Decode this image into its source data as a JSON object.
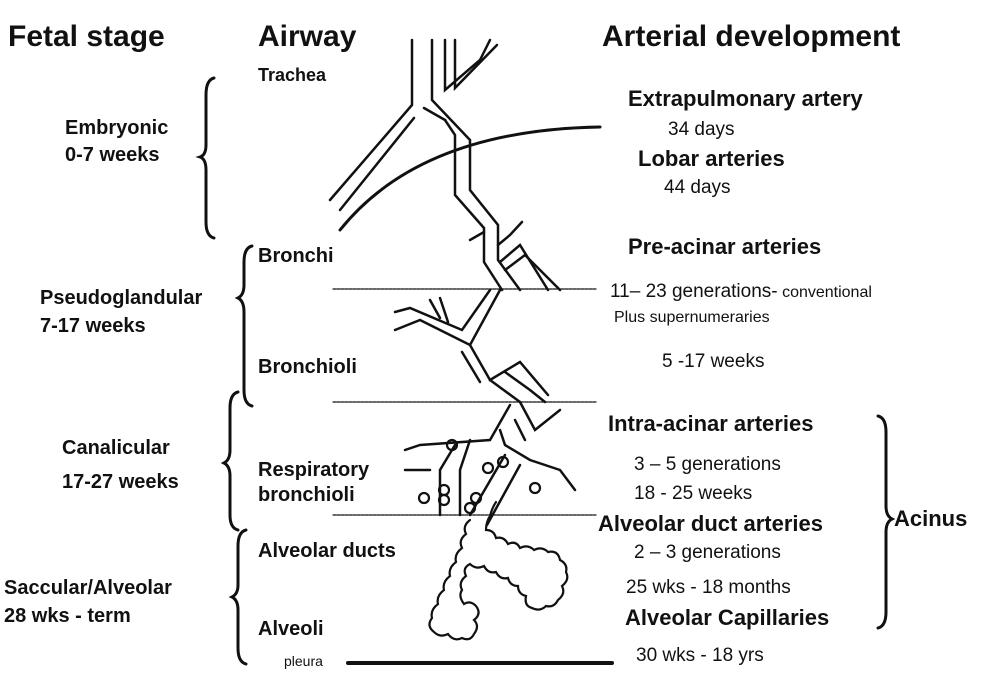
{
  "headers": {
    "fetal_stage": "Fetal stage",
    "airway": "Airway",
    "arterial": "Arterial development"
  },
  "stages": [
    {
      "name": "Embryonic",
      "range": "0-7 weeks"
    },
    {
      "name": "Pseudoglandular",
      "range": "7-17 weeks"
    },
    {
      "name": "Canalicular",
      "range": "17-27 weeks"
    },
    {
      "name": "Saccular/Alveolar",
      "range": "28 wks - term"
    }
  ],
  "airway": {
    "trachea": "Trachea",
    "bronchi": "Bronchi",
    "bronchioli": "Bronchioli",
    "resp1": "Respiratory",
    "resp2": "bronchioli",
    "ducts": "Alveolar ducts",
    "alveoli": "Alveoli",
    "pleura": "pleura"
  },
  "arterial": {
    "extrapulmonary": "Extrapulmonary artery",
    "extrapulmonary_time": "34 days",
    "lobar": "Lobar arteries",
    "lobar_time": "44 days",
    "preacinar": "Pre-acinar arteries",
    "preacinar_gen": "11– 23 generations-",
    "preacinar_conv": "conventional",
    "preacinar_plus": "Plus supernumeraries",
    "preacinar_time": "5 -17 weeks",
    "intraacinar": "Intra-acinar arteries",
    "intraacinar_gen": "3 – 5 generations",
    "intraacinar_time": "18 - 25 weeks",
    "duct": "Alveolar duct arteries",
    "duct_gen": "2 – 3 generations",
    "duct_time": "25 wks - 18 months",
    "capillaries": "Alveolar Capillaries",
    "capillaries_time": "30 wks - 18 yrs",
    "acinus": "Acinus"
  }
}
